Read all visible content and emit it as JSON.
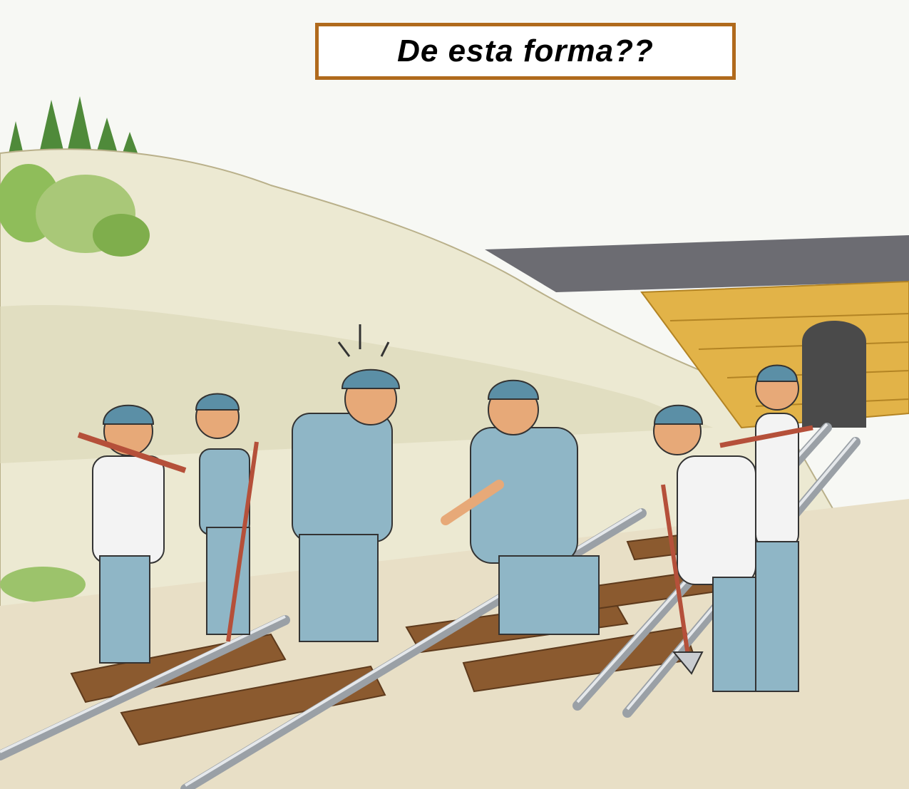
{
  "caption": {
    "text": "De esta forma??"
  },
  "colors": {
    "sky": "#f7f8f4",
    "hill": "#ece9d2",
    "hill_shadow": "#ddd8b9",
    "tunnel_wall": "#e2b348",
    "tunnel_opening": "#4a4a4a",
    "bridge_top": "#6c6c72",
    "rail": "#c9ccd0",
    "sleeper": "#8b5a2f",
    "ground": "#e8dfc6",
    "workwear": "#8fb6c6",
    "shirt": "#f3f3f3",
    "cap": "#5b8fa6",
    "skin": "#e7a978",
    "caption_border": "#b06a1c"
  },
  "illustration": {
    "subject": "railway-workers-cartoon",
    "worker_count": 6
  }
}
